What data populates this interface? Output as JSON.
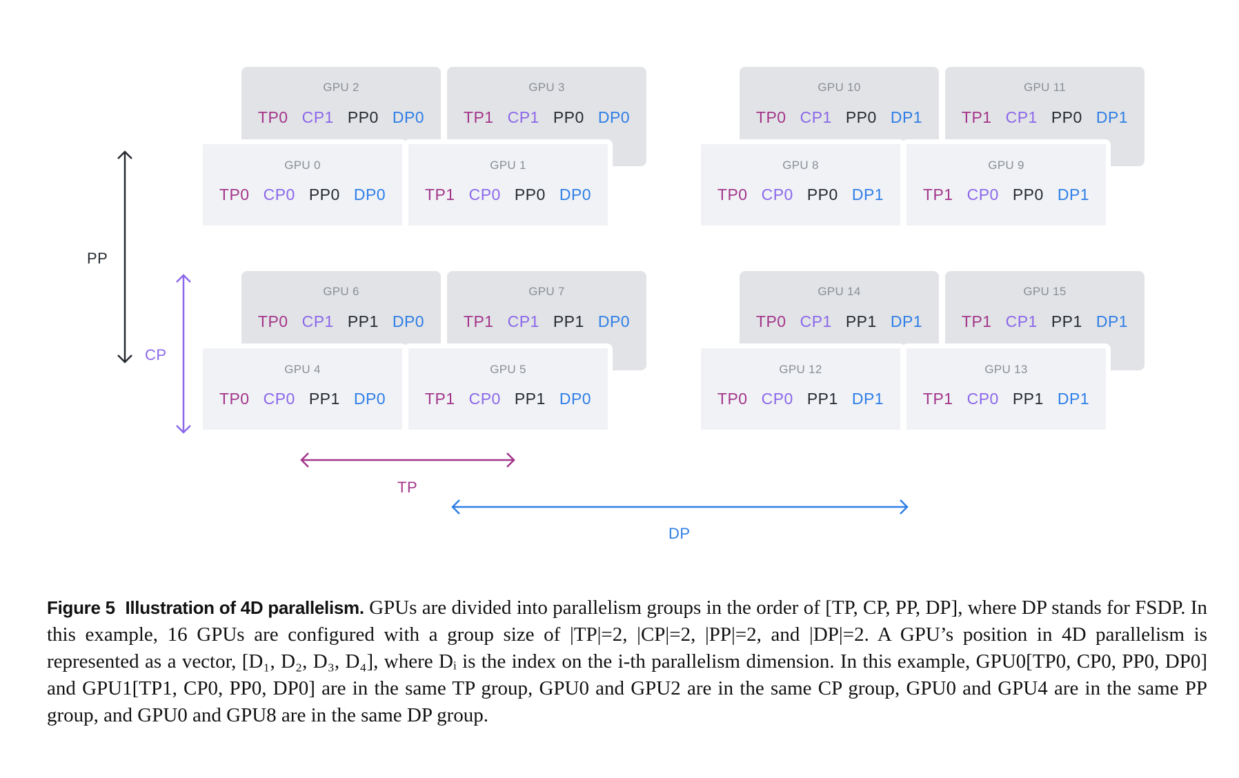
{
  "gpu_grid": {
    "top_left": {
      "back": [
        {
          "title": "GPU 2",
          "tp": "TP0",
          "cp": "CP1",
          "pp": "PP0",
          "dp": "DP0"
        },
        {
          "title": "GPU 3",
          "tp": "TP1",
          "cp": "CP1",
          "pp": "PP0",
          "dp": "DP0"
        }
      ],
      "front": [
        {
          "title": "GPU 0",
          "tp": "TP0",
          "cp": "CP0",
          "pp": "PP0",
          "dp": "DP0"
        },
        {
          "title": "GPU 1",
          "tp": "TP1",
          "cp": "CP0",
          "pp": "PP0",
          "dp": "DP0"
        }
      ]
    },
    "top_right": {
      "back": [
        {
          "title": "GPU 10",
          "tp": "TP0",
          "cp": "CP1",
          "pp": "PP0",
          "dp": "DP1"
        },
        {
          "title": "GPU 11",
          "tp": "TP1",
          "cp": "CP1",
          "pp": "PP0",
          "dp": "DP1"
        }
      ],
      "front": [
        {
          "title": "GPU 8",
          "tp": "TP0",
          "cp": "CP0",
          "pp": "PP0",
          "dp": "DP1"
        },
        {
          "title": "GPU 9",
          "tp": "TP1",
          "cp": "CP0",
          "pp": "PP0",
          "dp": "DP1"
        }
      ]
    },
    "bottom_left": {
      "back": [
        {
          "title": "GPU 6",
          "tp": "TP0",
          "cp": "CP1",
          "pp": "PP1",
          "dp": "DP0"
        },
        {
          "title": "GPU 7",
          "tp": "TP1",
          "cp": "CP1",
          "pp": "PP1",
          "dp": "DP0"
        }
      ],
      "front": [
        {
          "title": "GPU 4",
          "tp": "TP0",
          "cp": "CP0",
          "pp": "PP1",
          "dp": "DP0"
        },
        {
          "title": "GPU 5",
          "tp": "TP1",
          "cp": "CP0",
          "pp": "PP1",
          "dp": "DP0"
        }
      ]
    },
    "bottom_right": {
      "back": [
        {
          "title": "GPU 14",
          "tp": "TP0",
          "cp": "CP1",
          "pp": "PP1",
          "dp": "DP1"
        },
        {
          "title": "GPU 15",
          "tp": "TP1",
          "cp": "CP1",
          "pp": "PP1",
          "dp": "DP1"
        }
      ],
      "front": [
        {
          "title": "GPU 12",
          "tp": "TP0",
          "cp": "CP0",
          "pp": "PP1",
          "dp": "DP1"
        },
        {
          "title": "GPU 13",
          "tp": "TP1",
          "cp": "CP0",
          "pp": "PP1",
          "dp": "DP1"
        }
      ]
    }
  },
  "axes": {
    "pp": {
      "label": "PP",
      "color": "#262b31"
    },
    "cp": {
      "label": "CP",
      "color": "#8c67e9"
    },
    "tp": {
      "label": "TP",
      "color": "#a3358a"
    },
    "dp": {
      "label": "DP",
      "color": "#2f7ee6"
    }
  },
  "caption": {
    "number": "Figure 5",
    "title": "Illustration of 4D parallelism.",
    "text": "GPUs are divided into parallelism groups in the order of [TP, CP, PP, DP], where DP stands for FSDP. In this example, 16 GPUs are configured with a group size of |TP|=2, |CP|=2, |PP|=2, and |DP|=2. A GPU’s position in 4D parallelism is represented as a vector, [D₁, D₂, D₃, D₄], where Dᵢ is the index on the i-th parallelism dimension. In this example, GPU0[TP0, CP0, PP0, DP0] and GPU1[TP1, CP0, PP0, DP0] are in the same TP group, GPU0 and GPU2 are in the same CP group, GPU0 and GPU4 are in the same PP group, and GPU0 and GPU8 are in the same DP group."
  }
}
